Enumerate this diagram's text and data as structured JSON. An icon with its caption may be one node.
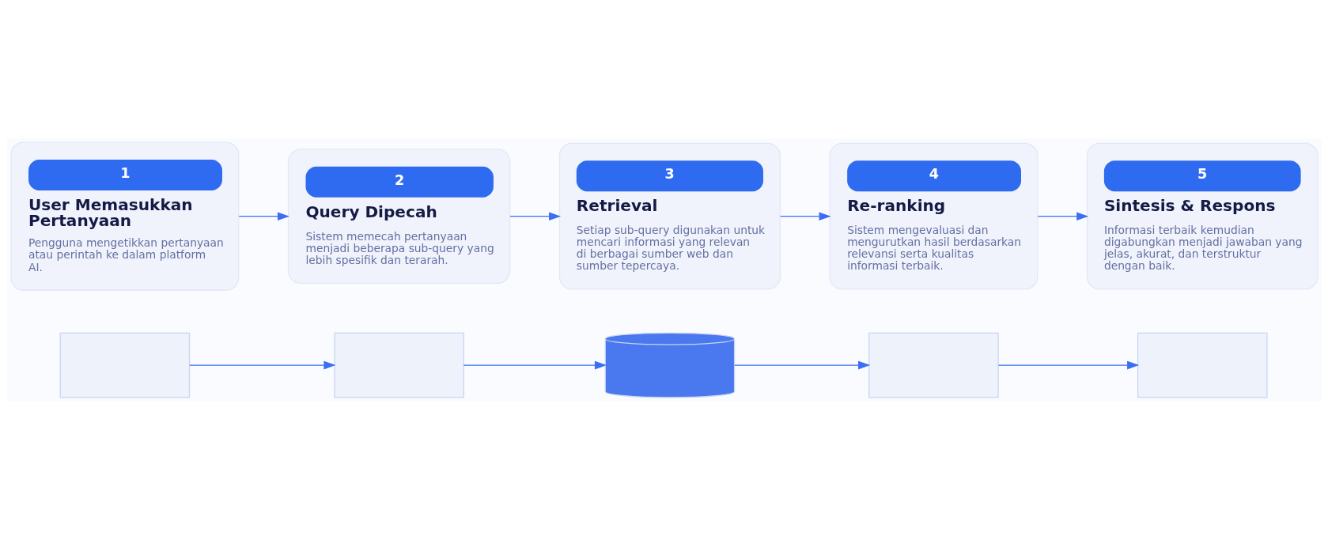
{
  "diagram": {
    "nodes": [
      {
        "text": [
          "1",
          "User Memasukkan Pertanyaan",
          "Pengguna mengetikkan pertanyaan atau perintah ke dalam platform AI."
        ]
      },
      {
        "text": [
          "2",
          "Query Dipecah",
          "Sistem memecah pertanyaan menjadi beberapa sub-query yang lebih spesifik dan terarah."
        ]
      },
      {
        "text": [
          "3",
          "Retrieval",
          "Setiap sub-query digunakan untuk mencari informasi yang relevan di berbagai sumber web dan sumber tepercaya."
        ]
      },
      {
        "text": [
          "4",
          "Re-ranking",
          "Sistem mengevaluasi dan mengurutkan hasil berdasarkan relevansi serta kualitas informasi terbaik."
        ]
      },
      {
        "text": [
          "5",
          "Sintesis & Respons",
          "Informasi terbaik kemudian digabungkan menjadi jawaban yang jelas, akurat, dan terstruktur dengan baik."
        ]
      },
      {
        "text": [],
        "shape": "box"
      },
      {
        "text": [],
        "shape": "box"
      },
      {
        "text": [],
        "shape": "cylinder"
      },
      {
        "text": [],
        "shape": "box"
      },
      {
        "text": [],
        "shape": "box"
      }
    ],
    "edges": [
      {
        "from": 0,
        "to": 1,
        "arrow": "to"
      },
      {
        "from": 1,
        "to": 2,
        "arrow": "to"
      },
      {
        "from": 2,
        "to": 3,
        "arrow": "to"
      },
      {
        "from": 3,
        "to": 4,
        "arrow": "to"
      },
      {
        "from": 5,
        "to": 6,
        "arrow": "to"
      },
      {
        "from": 6,
        "to": 7,
        "arrow": "to"
      },
      {
        "from": 7,
        "to": 8,
        "arrow": "to"
      },
      {
        "from": 8,
        "to": 9,
        "arrow": "to"
      }
    ]
  }
}
